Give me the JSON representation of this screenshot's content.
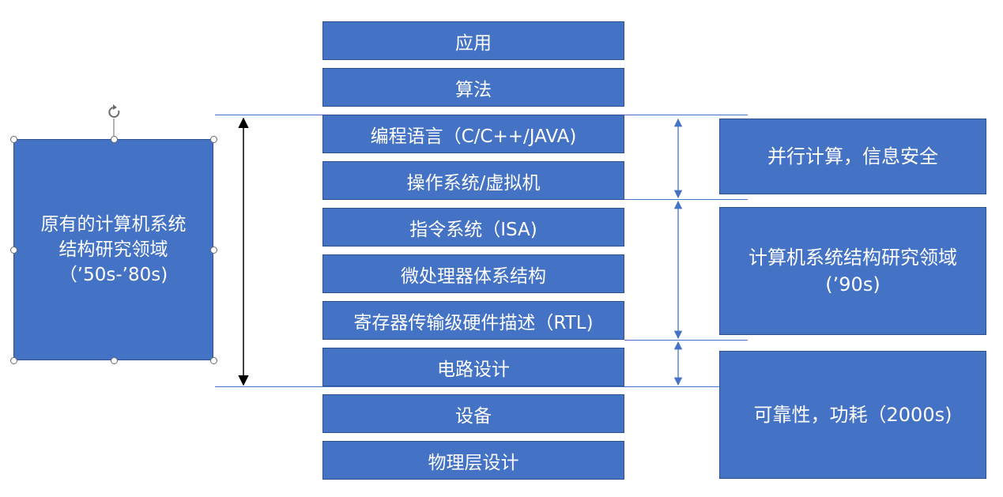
{
  "layers": [
    "应用",
    "算法",
    "编程语言（C/C++/JAVA)",
    "操作系统/虚拟机",
    "指令系统（ISA)",
    "微处理器体系结构",
    "寄存器传输级硬件描述（RTL)",
    "电路设计",
    "设备",
    "物理层设计"
  ],
  "left_box": {
    "line1": "原有的计算机系统",
    "line2": "结构研究领域",
    "line3": "（’50s-’80s)"
  },
  "right_boxes": {
    "parallel": {
      "line1": "并行计算，信息安全"
    },
    "research_90s": {
      "line1": "计算机系统结构研究领域",
      "line2": "(’90s)"
    },
    "reliability": {
      "line1": "可靠性，功耗（2000s)"
    }
  },
  "colors": {
    "box_fill": "#4472c4",
    "box_border": "#2f528f",
    "connector_line": "#4472c4",
    "black_arrow": "#000000"
  },
  "icons": {
    "rotate_handle": "rotate-handle-icon"
  }
}
